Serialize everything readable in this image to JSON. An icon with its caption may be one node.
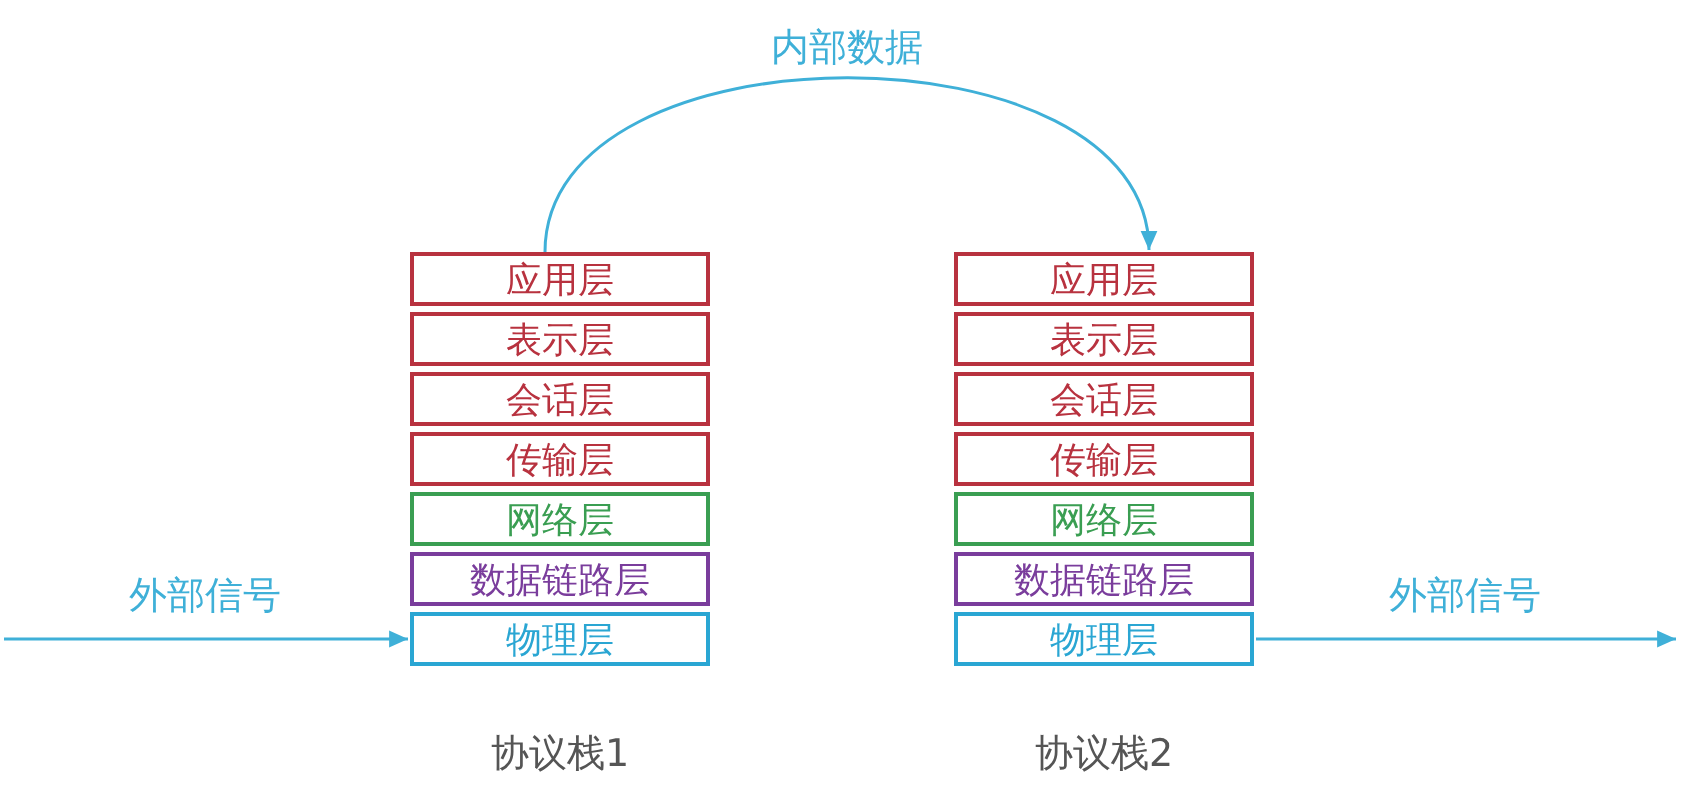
{
  "diagram": {
    "nodes": [
      {
        "text": [
          "协议栈1"
        ]
      },
      {
        "text": [
          "应用层"
        ],
        "in": 0
      },
      {
        "text": [
          "表示层"
        ],
        "in": 0
      },
      {
        "text": [
          "会话层"
        ],
        "in": 0
      },
      {
        "text": [
          "传输层"
        ],
        "in": 0
      },
      {
        "text": [
          "网络层"
        ],
        "in": 0
      },
      {
        "text": [
          "数据链路层"
        ],
        "in": 0
      },
      {
        "text": [
          "物理层"
        ],
        "in": 0
      },
      {
        "text": [
          "协议栈2"
        ]
      },
      {
        "text": [
          "应用层"
        ],
        "in": 8
      },
      {
        "text": [
          "表示层"
        ],
        "in": 8
      },
      {
        "text": [
          "会话层"
        ],
        "in": 8
      },
      {
        "text": [
          "传输层"
        ],
        "in": 8
      },
      {
        "text": [
          "网络层"
        ],
        "in": 8
      },
      {
        "text": [
          "数据链路层"
        ],
        "in": 8
      },
      {
        "text": [
          "物理层"
        ],
        "in": 8
      }
    ],
    "edges": [
      {
        "from": null,
        "to": 7,
        "arrow": "to",
        "label": "外部信号"
      },
      {
        "from": 1,
        "to": 9,
        "arrow": "to",
        "label": "内部数据"
      },
      {
        "from": 15,
        "to": null,
        "arrow": "to",
        "label": "外部信号"
      }
    ]
  }
}
